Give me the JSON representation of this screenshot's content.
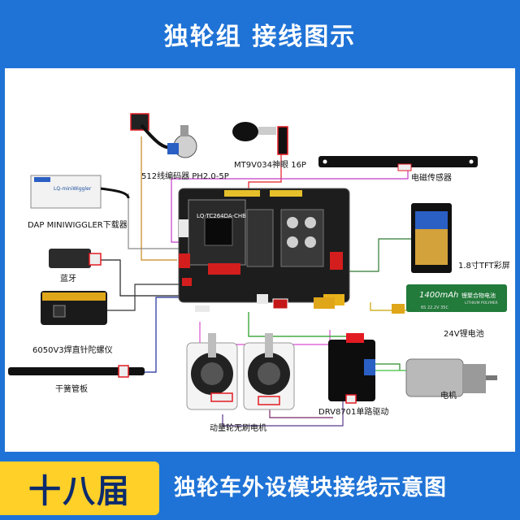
{
  "header": {
    "title": "独轮组 接线图示"
  },
  "labels": {
    "encoder": "512线编码器 PH2.0-5P",
    "camera": "MT9V034神眼 16P",
    "em_sensor": "电磁传感器",
    "dap": "DAP MINIWIGGLER下载器",
    "tft": "1.8寸TFT彩屏",
    "bluetooth": "蓝牙",
    "battery": "24V锂电池",
    "gyro": "6050V3焊直针陀螺仪",
    "reed": "干簧管板",
    "motor": "电机",
    "driver": "DRV8701单路驱动",
    "momentum_motor": "动量轮无刷电机",
    "board_text": "LQ-TC264DA-CHB",
    "battery_capacity": "1400mAh",
    "battery_brand": "锂聚合物电池",
    "battery_sub": "LITHIUM POLYMER",
    "battery_spec": "6S 22.2V 35C",
    "dap_label": "LQ-miniWiggler"
  },
  "footer": {
    "badge": "十八届",
    "caption": "独轮车外设模块接线示意图"
  },
  "colors": {
    "background": "#1f73d6",
    "badge": "#ffd028",
    "highlight": "#e31b23"
  }
}
